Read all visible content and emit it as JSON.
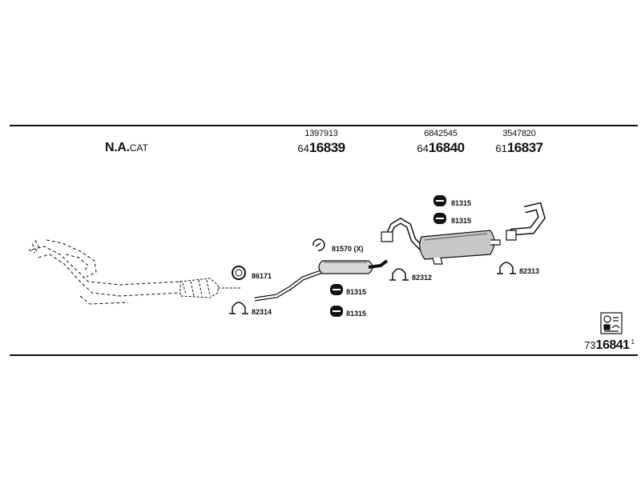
{
  "spec": {
    "bold": "N.A.",
    "rest": "CAT"
  },
  "parts": [
    {
      "oe": "1397913",
      "prefix": "64",
      "main": "16839"
    },
    {
      "oe": "6842545",
      "prefix": "64",
      "main": "16840"
    },
    {
      "oe": "3547820",
      "prefix": "61",
      "main": "16837"
    }
  ],
  "labels": {
    "l86171": "86171",
    "l82314": "82314",
    "l81570": "81570 (X)",
    "l81315a": "81315",
    "l81315b": "81315",
    "l81315c": "81315",
    "l81315d": "81315",
    "l82312": "82312",
    "l82313": "82313"
  },
  "footer": {
    "prefix": "73",
    "main": "16841",
    "suffix": "1"
  }
}
